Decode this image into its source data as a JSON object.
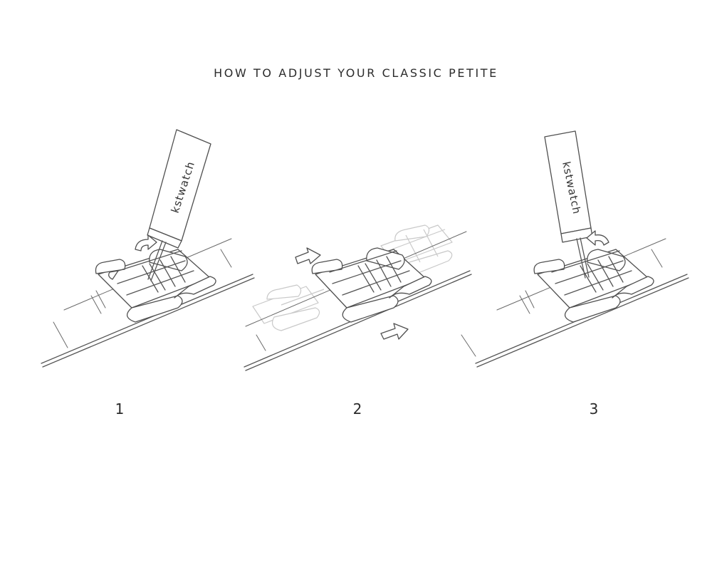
{
  "title": "HOW TO ADJUST YOUR CLASSIC PETITE",
  "steps": [
    {
      "number": "1",
      "tool_label": "kstwatch"
    },
    {
      "number": "2"
    },
    {
      "number": "3",
      "tool_label": "kstwatch"
    }
  ],
  "colors": {
    "line": "#555555",
    "ghost_line": "#c9c9c9",
    "background": "#ffffff"
  },
  "icons": [
    "screwdriver-tool-icon",
    "curved-arrow-icon",
    "left-arrow-icon",
    "right-arrow-icon"
  ]
}
